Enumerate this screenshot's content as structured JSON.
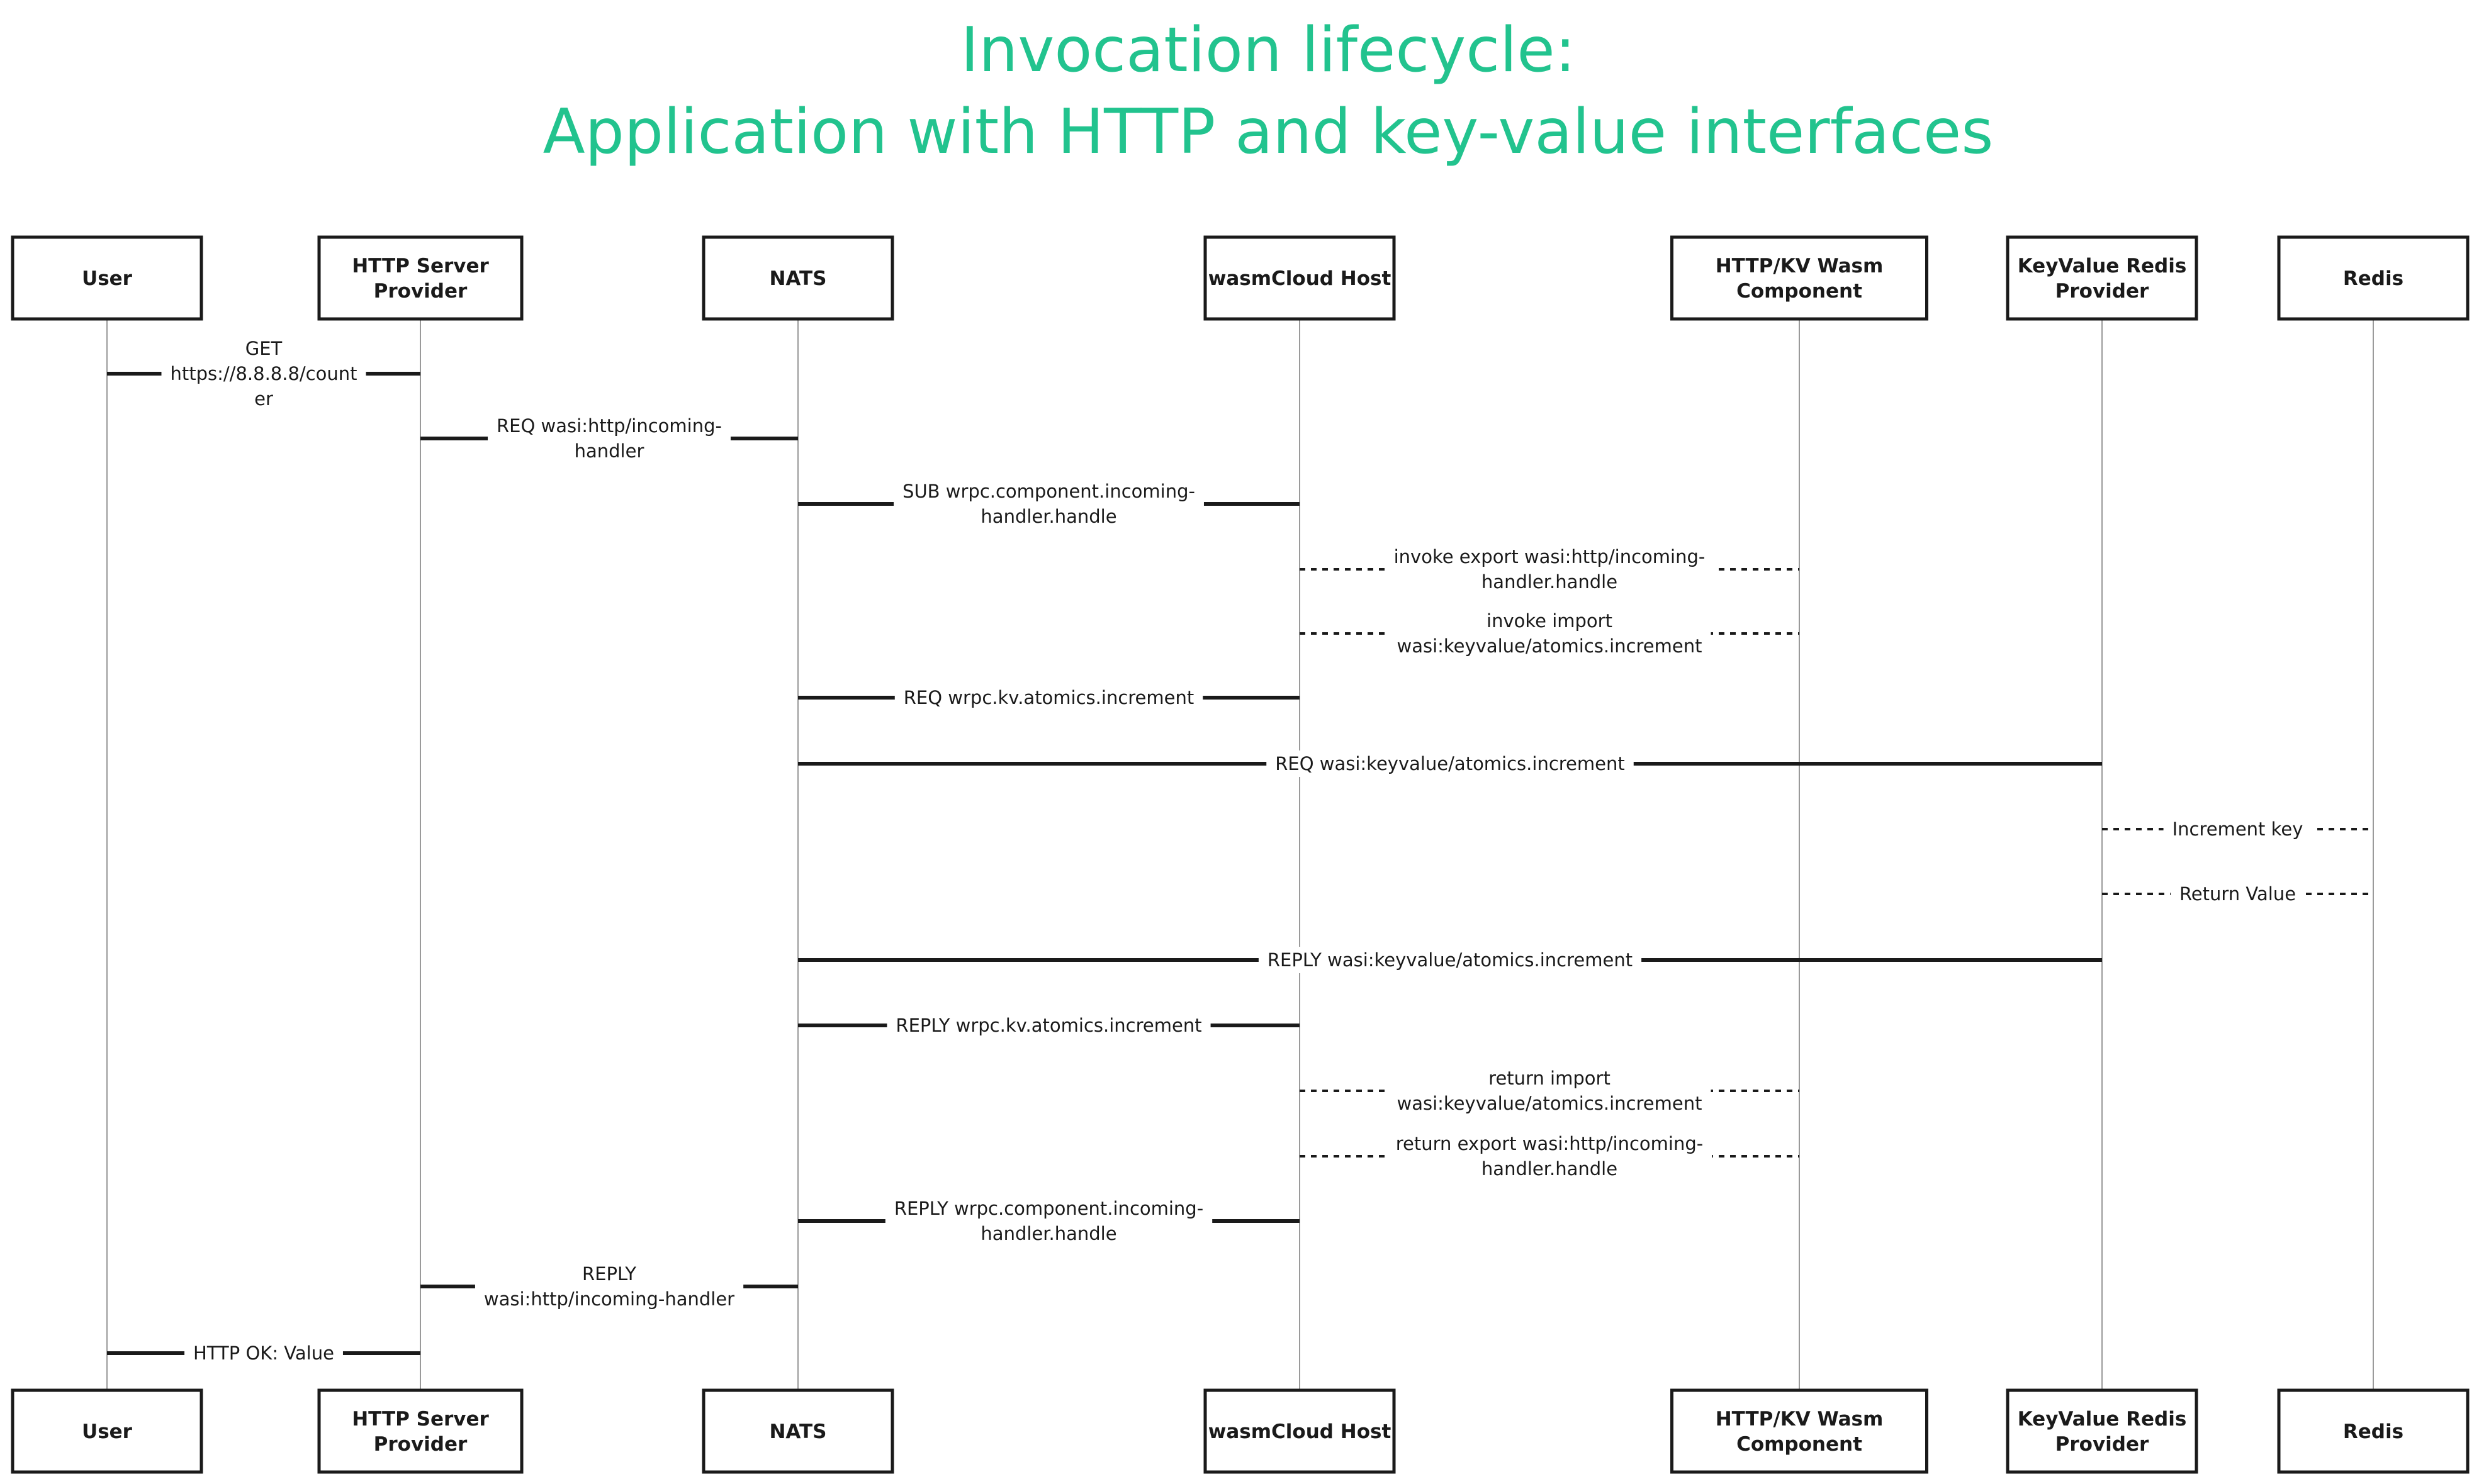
{
  "diagram": {
    "title_lines": [
      "Invocation lifecycle:",
      "Application with HTTP and key-value interfaces"
    ],
    "participants": [
      {
        "id": "user",
        "label_lines": [
          "User"
        ]
      },
      {
        "id": "http-server-provider",
        "label_lines": [
          "HTTP Server",
          "Provider"
        ]
      },
      {
        "id": "nats",
        "label_lines": [
          "NATS"
        ]
      },
      {
        "id": "wasmcloud-host",
        "label_lines": [
          "wasmCloud Host"
        ]
      },
      {
        "id": "http-kv-wasm-component",
        "label_lines": [
          "HTTP/KV Wasm",
          "Component"
        ]
      },
      {
        "id": "keyvalue-redis-provider",
        "label_lines": [
          "KeyValue Redis",
          "Provider"
        ]
      },
      {
        "id": "redis",
        "label_lines": [
          "Redis"
        ]
      }
    ],
    "messages": [
      {
        "from": "user",
        "to": "http-server-provider",
        "style": "solid",
        "label_lines": [
          "GET",
          "https://8.8.8.8/count",
          "er"
        ]
      },
      {
        "from": "http-server-provider",
        "to": "nats",
        "style": "solid",
        "label_lines": [
          "REQ wasi:http/incoming-",
          "handler"
        ]
      },
      {
        "from": "nats",
        "to": "wasmcloud-host",
        "style": "solid",
        "label_lines": [
          "SUB wrpc.component.incoming-",
          "handler.handle"
        ]
      },
      {
        "from": "wasmcloud-host",
        "to": "http-kv-wasm-component",
        "style": "dotted",
        "label_lines": [
          "invoke export wasi:http/incoming-",
          "handler.handle"
        ]
      },
      {
        "from": "wasmcloud-host",
        "to": "http-kv-wasm-component",
        "style": "dotted",
        "label_lines": [
          "invoke import",
          "wasi:keyvalue/atomics.increment"
        ]
      },
      {
        "from": "nats",
        "to": "wasmcloud-host",
        "style": "solid",
        "label_lines": [
          "REQ wrpc.kv.atomics.increment"
        ]
      },
      {
        "from": "nats",
        "to": "keyvalue-redis-provider",
        "style": "solid",
        "label_lines": [
          "REQ wasi:keyvalue/atomics.increment"
        ]
      },
      {
        "from": "keyvalue-redis-provider",
        "to": "redis",
        "style": "dotted",
        "label_lines": [
          "Increment key"
        ]
      },
      {
        "from": "keyvalue-redis-provider",
        "to": "redis",
        "style": "dotted",
        "label_lines": [
          "Return Value"
        ]
      },
      {
        "from": "nats",
        "to": "keyvalue-redis-provider",
        "style": "solid",
        "label_lines": [
          "REPLY wasi:keyvalue/atomics.increment"
        ]
      },
      {
        "from": "nats",
        "to": "wasmcloud-host",
        "style": "solid",
        "label_lines": [
          "REPLY wrpc.kv.atomics.increment"
        ]
      },
      {
        "from": "wasmcloud-host",
        "to": "http-kv-wasm-component",
        "style": "dotted",
        "label_lines": [
          "return import",
          "wasi:keyvalue/atomics.increment"
        ]
      },
      {
        "from": "wasmcloud-host",
        "to": "http-kv-wasm-component",
        "style": "dotted",
        "label_lines": [
          "return export wasi:http/incoming-",
          "handler.handle"
        ]
      },
      {
        "from": "nats",
        "to": "wasmcloud-host",
        "style": "solid",
        "label_lines": [
          "REPLY wrpc.component.incoming-",
          "handler.handle"
        ]
      },
      {
        "from": "http-server-provider",
        "to": "nats",
        "style": "solid",
        "label_lines": [
          "REPLY",
          "wasi:http/incoming-handler"
        ]
      },
      {
        "from": "user",
        "to": "http-server-provider",
        "style": "solid",
        "label_lines": [
          "HTTP OK: Value"
        ]
      }
    ]
  }
}
